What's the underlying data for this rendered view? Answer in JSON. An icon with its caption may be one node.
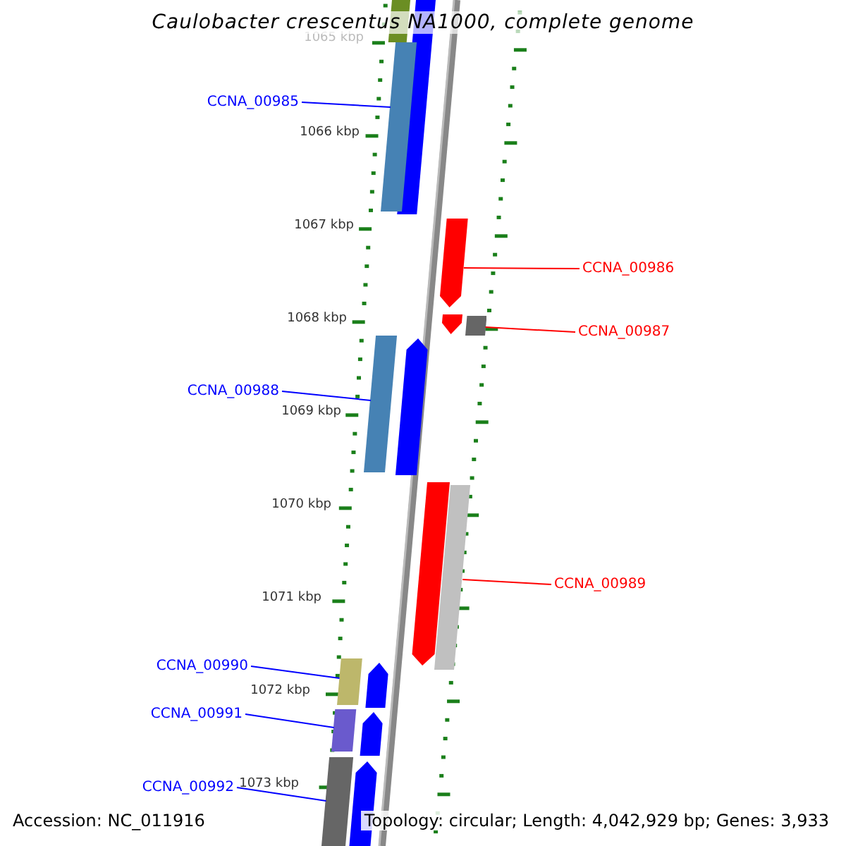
{
  "diagram": {
    "title": "Caulobacter crescentus NA1000, complete genome",
    "nodes": [
      {
        "text": [
          "CCNA_00985"
        ]
      },
      {
        "text": [
          "CCNA_00986"
        ]
      },
      {
        "text": [
          "CCNA_00987"
        ]
      },
      {
        "text": [
          "CCNA_00988"
        ]
      },
      {
        "text": [
          "CCNA_00989"
        ]
      },
      {
        "text": [
          "CCNA_00990"
        ]
      },
      {
        "text": [
          "CCNA_00991"
        ]
      },
      {
        "text": [
          "CCNA_00992"
        ]
      },
      {
        "text": [],
        "shape": "bar"
      },
      {
        "text": [],
        "shape": "bar"
      },
      {
        "text": [],
        "shape": "bar"
      },
      {
        "text": [],
        "shape": "bar"
      },
      {
        "text": [],
        "shape": "bar"
      },
      {
        "text": [],
        "shape": "bar"
      },
      {
        "text": [],
        "shape": "bar"
      },
      {
        "text": [],
        "shape": "bar"
      }
    ],
    "edges": [
      {
        "from": 0,
        "to": 8,
        "arrow": "none"
      },
      {
        "from": 1,
        "to": 9,
        "arrow": "none",
        "color": "#ff0000"
      },
      {
        "from": 2,
        "to": 10,
        "arrow": "none",
        "color": "#ff0000"
      },
      {
        "from": 3,
        "to": 11,
        "arrow": "none"
      },
      {
        "from": 4,
        "to": 12,
        "arrow": "none",
        "color": "#ff0000"
      },
      {
        "from": 5,
        "to": 13,
        "arrow": "none"
      },
      {
        "from": 6,
        "to": 14,
        "arrow": "none"
      },
      {
        "from": 7,
        "to": 15,
        "arrow": "none"
      }
    ],
    "labels": [
      "1065 kbp",
      "1066 kbp",
      "1067 kbp",
      "1068 kbp",
      "1069 kbp",
      "1070 kbp",
      "1071 kbp",
      "1072 kbp",
      "1073 kbp",
      "Accession: NC_011916",
      "Topology: circular; Length: 4,042,929 bp; Genes: 3,933"
    ]
  }
}
